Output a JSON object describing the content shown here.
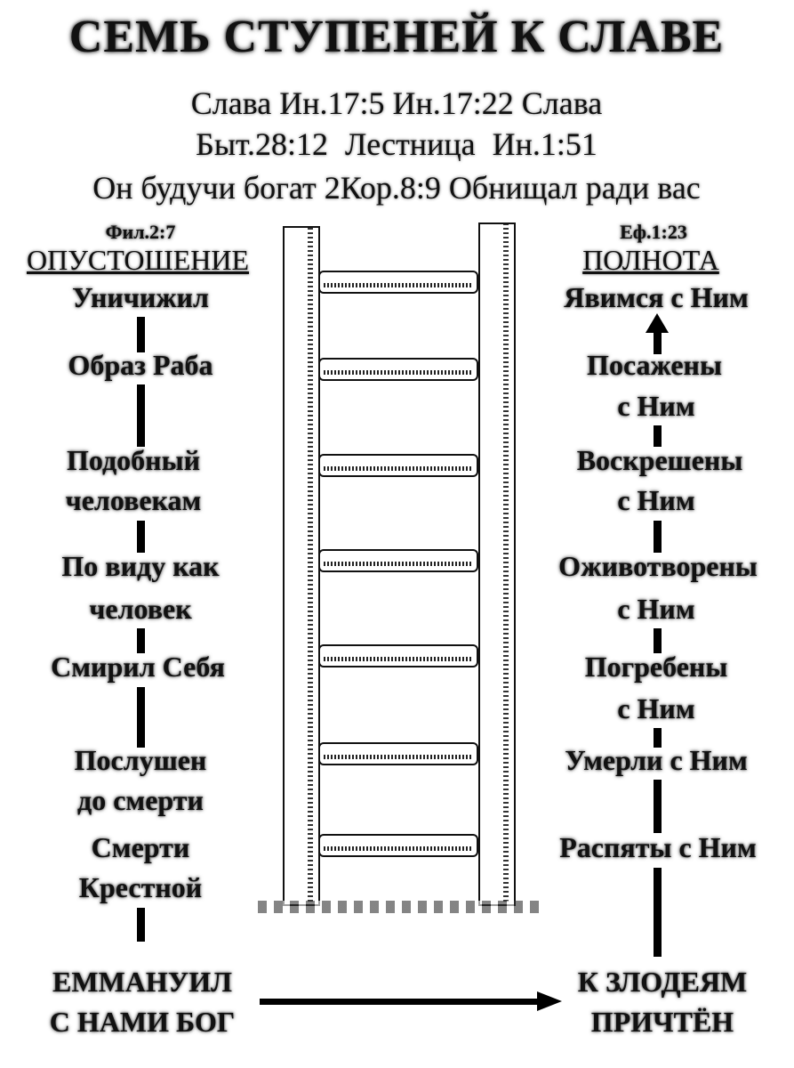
{
  "title": "СЕМЬ СТУПЕНЕЙ К СЛАВЕ",
  "subtitle_lines": [
    "Слава Ин.17:5 Ин.17:22 Слава",
    "Быт.28:12    Лестница    Ин.1:51",
    "Он будучи богат 2Кор.8:9 Обнищал ради вас"
  ],
  "left": {
    "ref": "Фил.2:7",
    "heading": "ОПУСТОШЕНИЕ",
    "steps": [
      [
        "Уничижил"
      ],
      [
        "Образ Раба"
      ],
      [
        "Подобный",
        "человекам"
      ],
      [
        "По виду как",
        "человек"
      ],
      [
        "Смирил Себя"
      ],
      [
        "Послушен",
        "до смерти"
      ],
      [
        "Смерти",
        "Крестной"
      ]
    ],
    "bottom": [
      "ЕММАНУИЛ",
      "С НАМИ БОГ"
    ]
  },
  "right": {
    "ref": "Еф.1:23",
    "heading": "ПОЛНОТА",
    "steps": [
      [
        "Явимся с Ним"
      ],
      [
        "Посажены",
        "с Ним"
      ],
      [
        "Воскрешены",
        "с Ним"
      ],
      [
        "Оживотворены",
        "с Ним"
      ],
      [
        "Погребены",
        "с Ним"
      ],
      [
        "Умерли с Ним"
      ],
      [
        "Распяты с Ним"
      ]
    ],
    "bottom": [
      "К ЗЛОДЕЯМ",
      "ПРИЧТЁН"
    ]
  }
}
